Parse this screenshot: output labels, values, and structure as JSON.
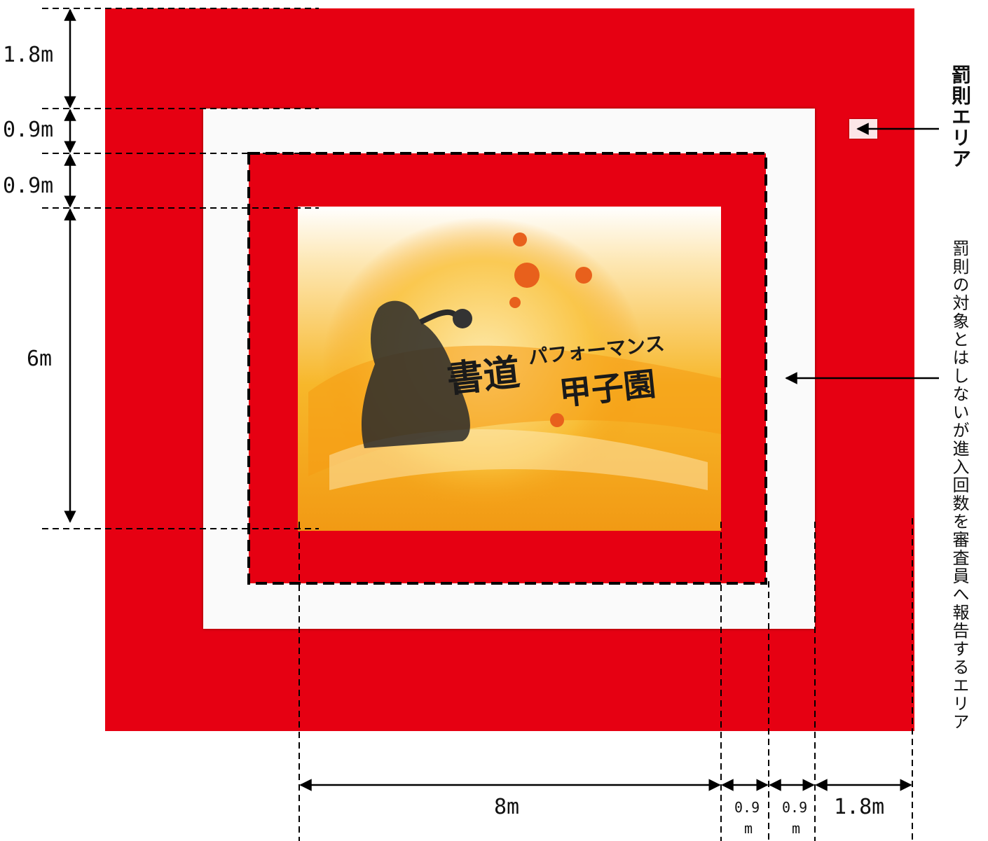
{
  "labels": {
    "penalty_area": "罰則エリア",
    "report_area": "罰則の対象とはしないが進入回数を審査員へ報告するエリア"
  },
  "dimensions": {
    "top_outer": "1.8m",
    "top_white": "0.9m",
    "top_inner": "0.9m",
    "stage_height": "6m",
    "stage_width": "8m",
    "right_inner_a": "0.9",
    "right_inner_b": "m",
    "right_white_a": "0.9",
    "right_white_b": "m",
    "right_outer": "1.8m"
  },
  "logo": {
    "line1": "書道",
    "line2": "パフォーマンス",
    "line3": "甲子園"
  },
  "colors": {
    "penalty_red": "#e60012",
    "white_area": "#fafafa",
    "dim_line": "#000000"
  }
}
